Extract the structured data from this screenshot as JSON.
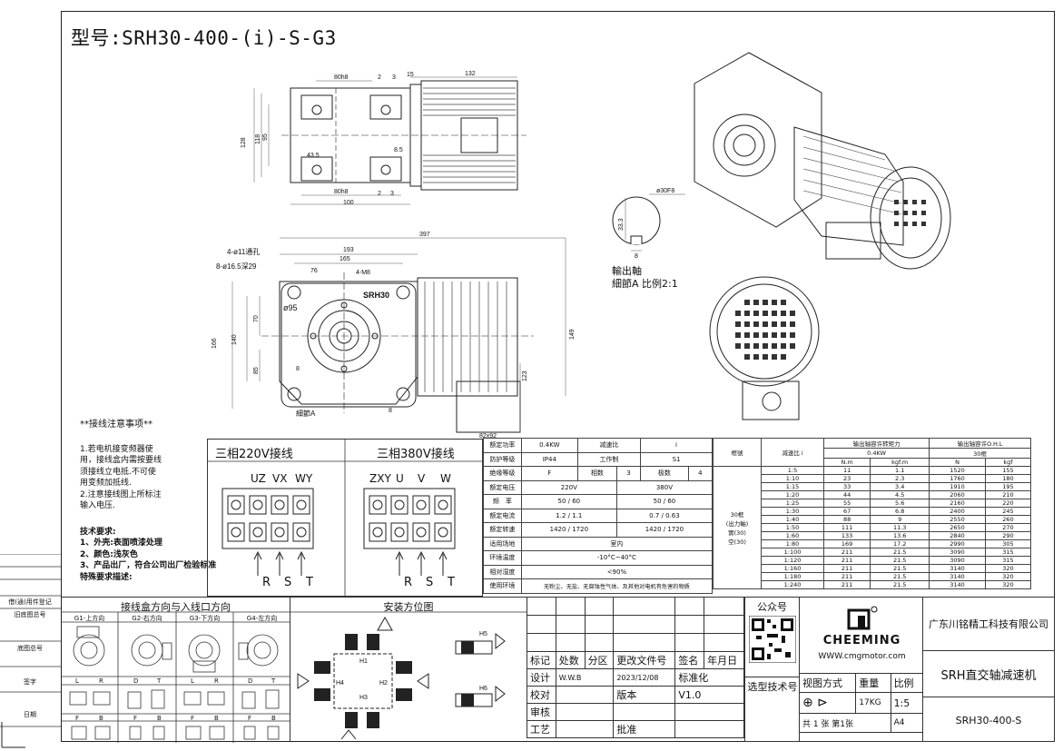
{
  "model_title": "型号:SRH30-400-(i)-S-G3",
  "shaft_detail": {
    "label1": "輸出軸",
    "label2": "細節A 比例2:1",
    "dim_dia": "ø30F8",
    "dim_h": "33.3",
    "dim_w": "8"
  },
  "top_view_dims": {
    "d80h8": "80h8",
    "d2": "2",
    "d3": "3",
    "d15": "15",
    "d132": "132",
    "d128": "128",
    "d118": "118",
    "d95": "95",
    "d43_5": "43.5",
    "d8_5": "8.5",
    "d80h8b": "80h8",
    "d100": "100",
    "d2b": "2",
    "d3b": "3"
  },
  "front_view_dims": {
    "d397": "397",
    "d193": "193",
    "d165": "165",
    "d76": "76",
    "holes1": "4-ø11通孔",
    "holes2": "8-ø16.5深29",
    "m8": "4-M8",
    "brand": "SRH30",
    "d95": "ø95",
    "d70": "70",
    "d166": "166",
    "d140": "140",
    "d85": "85",
    "d8": "8",
    "d149": "149",
    "d123": "123",
    "d82": "82x92",
    "detailA": "細節A",
    "d8b": "8"
  },
  "notes": {
    "heading": "**接线注意事项**",
    "lines": [
      "1.若电机接变频器使",
      "用，接线盒内需按要线",
      "须接线立电抵.不可使",
      "用变频加抵线.",
      "2.注意接线图上所标注",
      "输入电压."
    ],
    "tech_heading": "技术要求:",
    "tech_lines": [
      "1、外壳:表面喷漆处理",
      "2、颜色:浅灰色",
      "3、产品出厂，符合公司出厂检验标准",
      "特殊要求描述:"
    ]
  },
  "wiring": {
    "title220": "三相220V接线",
    "title380": "三相380V接线",
    "top220": [
      "UZ",
      "VX",
      "WY"
    ],
    "top380": [
      "ZXY",
      "U",
      "V",
      "W"
    ],
    "bottom": [
      "R",
      "S",
      "T"
    ]
  },
  "spec_table": {
    "rows": [
      [
        "额定功率",
        "0.4KW",
        "减速比",
        "i"
      ],
      [
        "防护等级",
        "IP44",
        "工作制",
        "S1"
      ],
      [
        "绝缘等级",
        "F",
        "相数",
        "3",
        "极数",
        "4"
      ],
      [
        "额定电压",
        "220V",
        "380V"
      ],
      [
        "频　率",
        "50 / 60",
        "50 / 60"
      ],
      [
        "额定电流",
        "1.2 / 1.1",
        "0.7 / 0.63"
      ],
      [
        "额定转速",
        "1420 / 1720",
        "1420 / 1720"
      ],
      [
        "适用场地",
        "室内"
      ],
      [
        "环境温度",
        "-10°C~40°C"
      ],
      [
        "相对湿度",
        "<90%"
      ],
      [
        "使用环境",
        "无粉尘、无盐、无腐蚀性气体、及其他对电机有危害的物质"
      ]
    ]
  },
  "ratio_table": {
    "h_model": "框號",
    "h_ratio": "减速比 i",
    "h_torque": "输出轴容许转矩力",
    "h_torque_sub": "0.4KW",
    "h_nm": "N.m",
    "h_kgfm": "kgf.m",
    "h_ohl": "输出轴容许O.H.L",
    "h_ohl_sub": "30框",
    "h_n": "N",
    "h_kgf": "kgf",
    "model_note": [
      "30框",
      "(出力軸)",
      "實(30)",
      "空(30)"
    ],
    "rows": [
      [
        "1:5",
        "11",
        "1.1",
        "1520",
        "155"
      ],
      [
        "1:10",
        "23",
        "2.3",
        "1760",
        "180"
      ],
      [
        "1:15",
        "33",
        "3.4",
        "1910",
        "195"
      ],
      [
        "1:20",
        "44",
        "4.5",
        "2060",
        "210"
      ],
      [
        "1:25",
        "55",
        "5.6",
        "2160",
        "220"
      ],
      [
        "1:30",
        "67",
        "6.8",
        "2400",
        "245"
      ],
      [
        "1:40",
        "88",
        "9",
        "2550",
        "260"
      ],
      [
        "1:50",
        "111",
        "11.3",
        "2650",
        "270"
      ],
      [
        "1:60",
        "133",
        "13.6",
        "2840",
        "290"
      ],
      [
        "1:80",
        "169",
        "17.2",
        "2990",
        "305"
      ],
      [
        "1:100",
        "211",
        "21.5",
        "3090",
        "315"
      ],
      [
        "1:120",
        "211",
        "21.5",
        "3090",
        "315"
      ],
      [
        "1:160",
        "211",
        "21.5",
        "3140",
        "320"
      ],
      [
        "1:180",
        "211",
        "21.5",
        "3140",
        "320"
      ],
      [
        "1:240",
        "211",
        "21.5",
        "3140",
        "320"
      ]
    ]
  },
  "junction": {
    "title": "接线盒方向与入线口方向",
    "dirs": [
      "G1-上方向",
      "G2-右方向",
      "G3-下方向",
      "G4-左方向"
    ],
    "lr": [
      [
        "L",
        "R"
      ],
      [
        "D",
        "T"
      ],
      [
        "L",
        "R"
      ],
      [
        "D",
        "T"
      ]
    ],
    "fb": [
      [
        "F",
        "B"
      ],
      [
        "F",
        "B"
      ],
      [
        "F",
        "B"
      ],
      [
        "F",
        "B"
      ]
    ]
  },
  "install": {
    "title": "安装方位图",
    "labels": [
      "H1",
      "H2",
      "H3",
      "H4",
      "H5",
      "H6"
    ]
  },
  "title_block": {
    "public": "公众号",
    "logo": "CHEEMING",
    "web": "WWW.cmgmotor.com",
    "company": "广东川铭精工科技有限公司",
    "product": "SRH直交轴减速机",
    "model": "SRH30-400-S",
    "row_labels": [
      "标记",
      "处数",
      "分区",
      "更改文件号",
      "签名",
      "年月日"
    ],
    "design": "设计",
    "designer": "W.W.B",
    "date": "2023/12/08",
    "std": "标准化",
    "check": "校对",
    "version_l": "版本",
    "version": "V1.0",
    "review": "审核",
    "process": "工艺",
    "approve": "批准",
    "select": "选型技术号",
    "view": "视图方式",
    "weight_l": "重量",
    "scale_l": "比例",
    "weight": "17KG",
    "scale": "1:5",
    "sheets": "共 1 张 第1张",
    "paper": "A4"
  },
  "left_margin": [
    "借(通)用件登记",
    "旧底图总号",
    "底图总号",
    "签字",
    "日期"
  ]
}
